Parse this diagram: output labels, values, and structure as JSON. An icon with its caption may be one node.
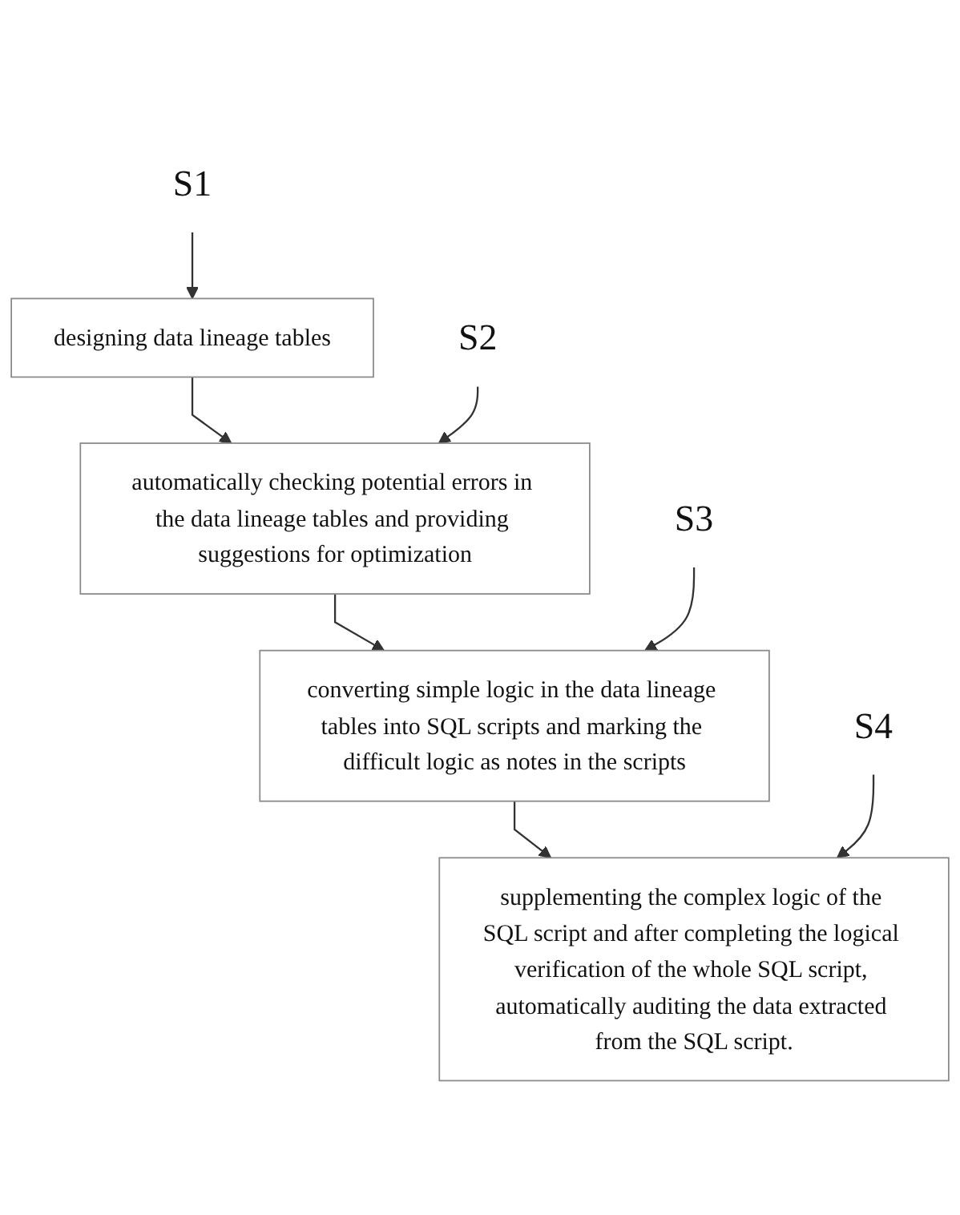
{
  "diagram": {
    "nodes": [
      {
        "text": [
          "designing data lineage tables"
        ]
      },
      {
        "text": [
          "S1"
        ]
      },
      {
        "text": [
          "automatically checking potential errors in the data lineage tables and providing suggestions for optimization"
        ]
      },
      {
        "text": [
          "S2"
        ]
      },
      {
        "text": [
          "converting simple logic in the data lineage tables into SQL scripts and marking the difficult logic as notes in the scripts"
        ]
      },
      {
        "text": [
          "S3"
        ]
      },
      {
        "text": [
          "supplementing the complex logic of the SQL script and after completing the logical verification of the whole SQL script, automatically auditing the data extracted from the SQL script."
        ]
      },
      {
        "text": [
          "S4"
        ]
      }
    ],
    "edges": [
      {
        "from": 0,
        "to": 2,
        "arrow": "to"
      },
      {
        "from": 2,
        "to": 4,
        "arrow": "to"
      },
      {
        "from": 4,
        "to": 6,
        "arrow": "to"
      },
      {
        "from": 1,
        "to": 0,
        "arrow": "to"
      },
      {
        "from": 3,
        "to": 2,
        "arrow": "to"
      },
      {
        "from": 5,
        "to": 4,
        "arrow": "to"
      },
      {
        "from": 7,
        "to": 6,
        "arrow": "to"
      }
    ]
  }
}
